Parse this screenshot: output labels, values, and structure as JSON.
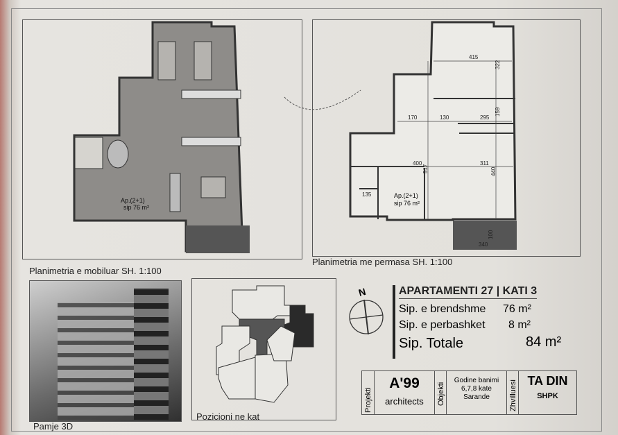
{
  "plans": {
    "furnished": {
      "caption": "Planimetria e mobiluar SH. 1:100",
      "room_label": "Ap.(2+1)",
      "area_label": "sip 76 m²"
    },
    "dimensioned": {
      "caption": "Planimetria me permasa SH. 1:100",
      "room_label": "Ap.(2+1)",
      "area_label": "sip 76 m²",
      "dimensions": [
        "415",
        "322",
        "170",
        "130",
        "295",
        "159",
        "400",
        "517",
        "311",
        "440",
        "135",
        "100",
        "340"
      ]
    }
  },
  "view3d": {
    "caption": "Pamje 3D"
  },
  "position": {
    "caption": "Pozicioni ne kat"
  },
  "compass": {
    "label": "N"
  },
  "apartment": {
    "title": "APARTAMENTI 27 | KATI 3",
    "interior_label": "Sip. e brendshme",
    "interior_value": "76 m²",
    "shared_label": "Sip. e perbashket",
    "shared_value": "8 m²",
    "total_label": "Sip. Totale",
    "total_value": "84 m²"
  },
  "titleblock": {
    "project_label": "Projekti",
    "project_name": "A'99",
    "project_sub": "architects",
    "object_label": "Objekti",
    "object_lines": [
      "Godine banimi",
      "6,7,8 kate",
      "Sarande"
    ],
    "developer_label": "Zhvilluesi",
    "developer_name": "TA DIN",
    "developer_sub": "SHPK"
  }
}
